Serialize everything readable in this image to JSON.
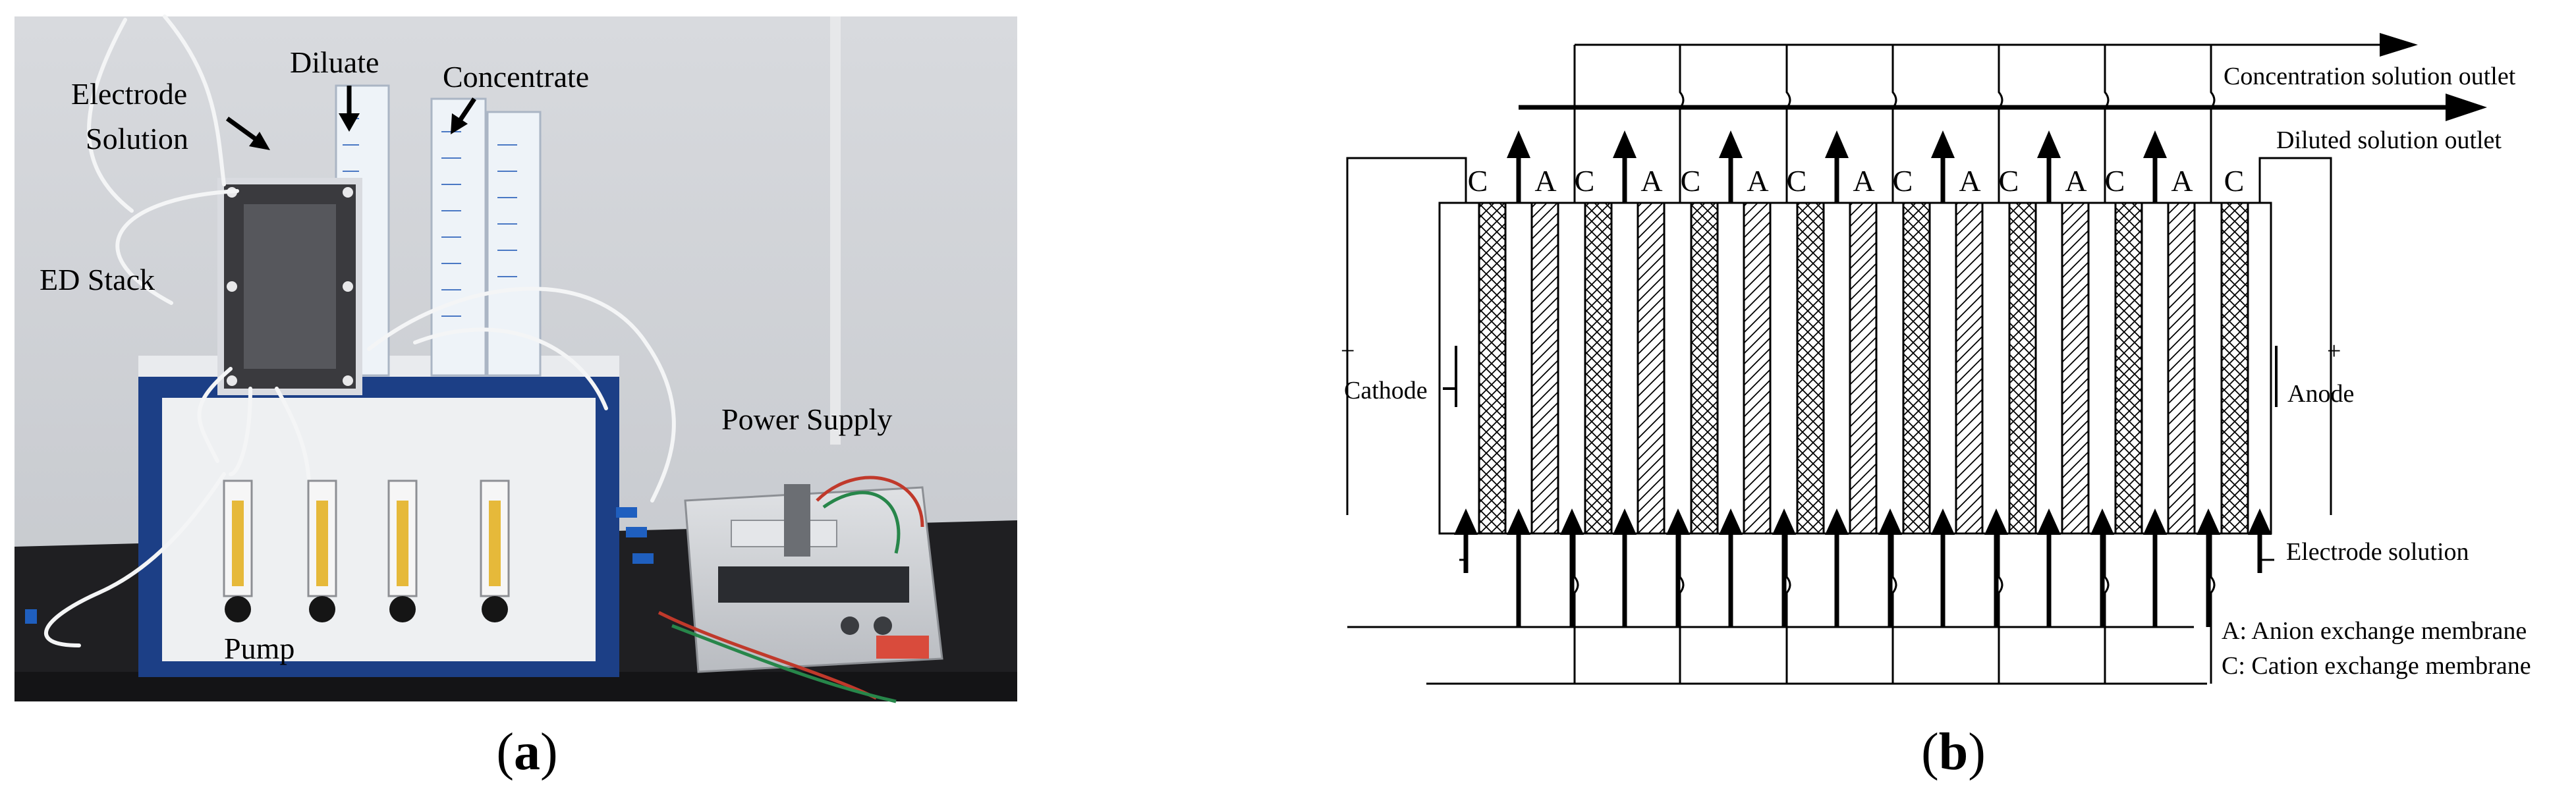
{
  "panel_a": {
    "caption_letter": "a",
    "labels": {
      "electrode_line1": "Electrode",
      "electrode_line2": "Solution",
      "diluate": "Diluate",
      "concentrate": "Concentrate",
      "ed_stack": "ED Stack",
      "power_supply": "Power Supply",
      "pump": "Pump"
    }
  },
  "panel_b": {
    "caption_letter": "b",
    "membrane_labels": [
      "C",
      "A",
      "C",
      "A",
      "C",
      "A",
      "C",
      "A",
      "C",
      "A",
      "C",
      "A",
      "C",
      "A",
      "C"
    ],
    "concentration_outlet": "Concentration solution outlet",
    "diluted_outlet": "Diluted solution outlet",
    "cathode": "Cathode",
    "anode": "Anode",
    "cathode_sign": "−",
    "anode_sign": "+",
    "electrode_solution": "Electrode solution",
    "legend_a": "A: Anion exchange membrane",
    "legend_c": "C: Cation exchange membrane"
  },
  "colors": {
    "wall": "#d5d7db",
    "bench": "#1f1f22",
    "cabinet_blue": "#1c3f86",
    "cabinet_face": "#eef0f2",
    "stack_dark": "#2b2b2e",
    "flowmeter_yellow": "#e6b93a",
    "supply_body": "#c9ccd0"
  }
}
